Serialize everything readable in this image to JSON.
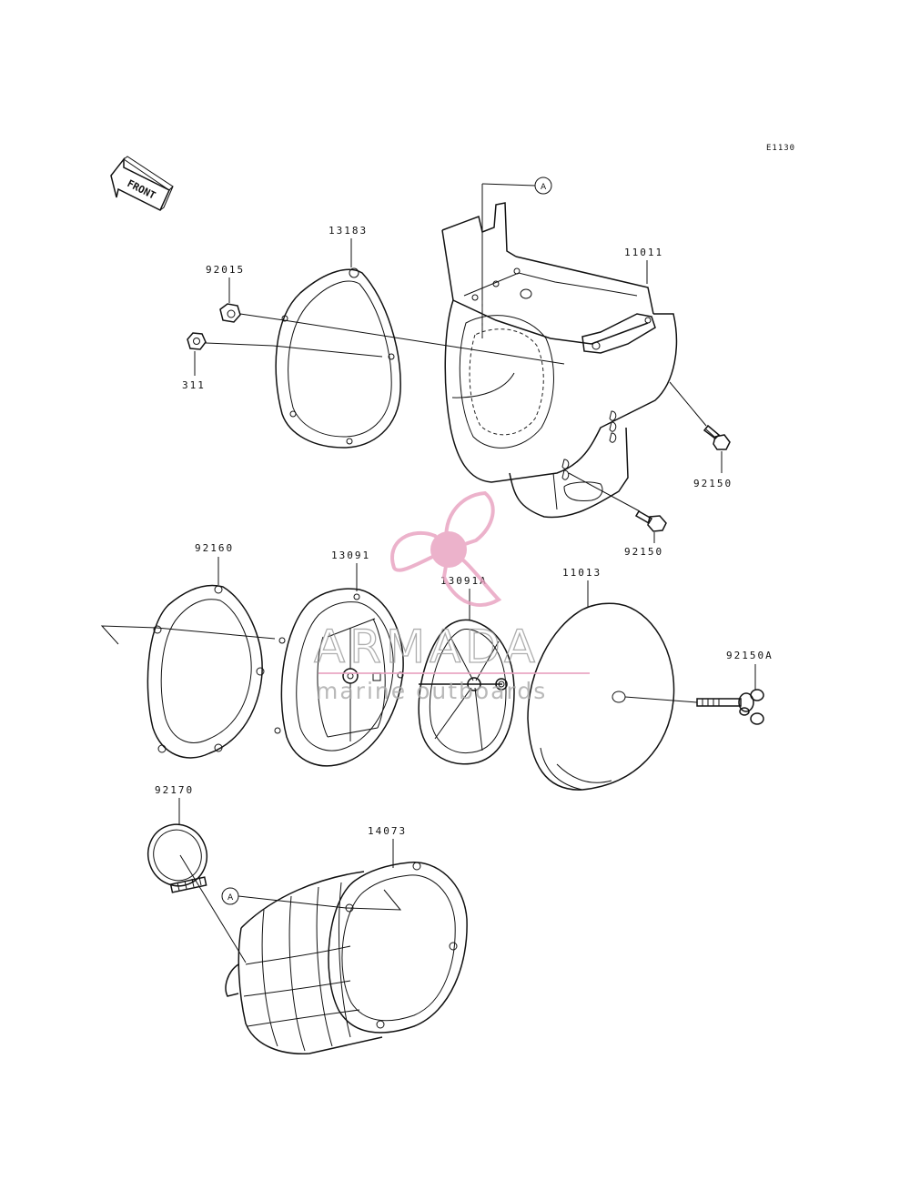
{
  "diagram": {
    "ref_code": "E1130",
    "front_label": "FRONT",
    "callouts": {
      "a_top": "A",
      "a_bottom": "A"
    },
    "parts": {
      "p13183": "13183",
      "p92015": "92015",
      "p311": "311",
      "p11011": "11011",
      "p92150_upper": "92150",
      "p92150_lower": "92150",
      "p92160": "92160",
      "p13091": "13091",
      "p13091A": "13091A",
      "p11013": "11013",
      "p92150A": "92150A",
      "p92170": "92170",
      "p14073": "14073"
    }
  },
  "watermark": {
    "brand": "ARMADA",
    "tagline": "marine outboards",
    "color": "#e8a0bf"
  }
}
